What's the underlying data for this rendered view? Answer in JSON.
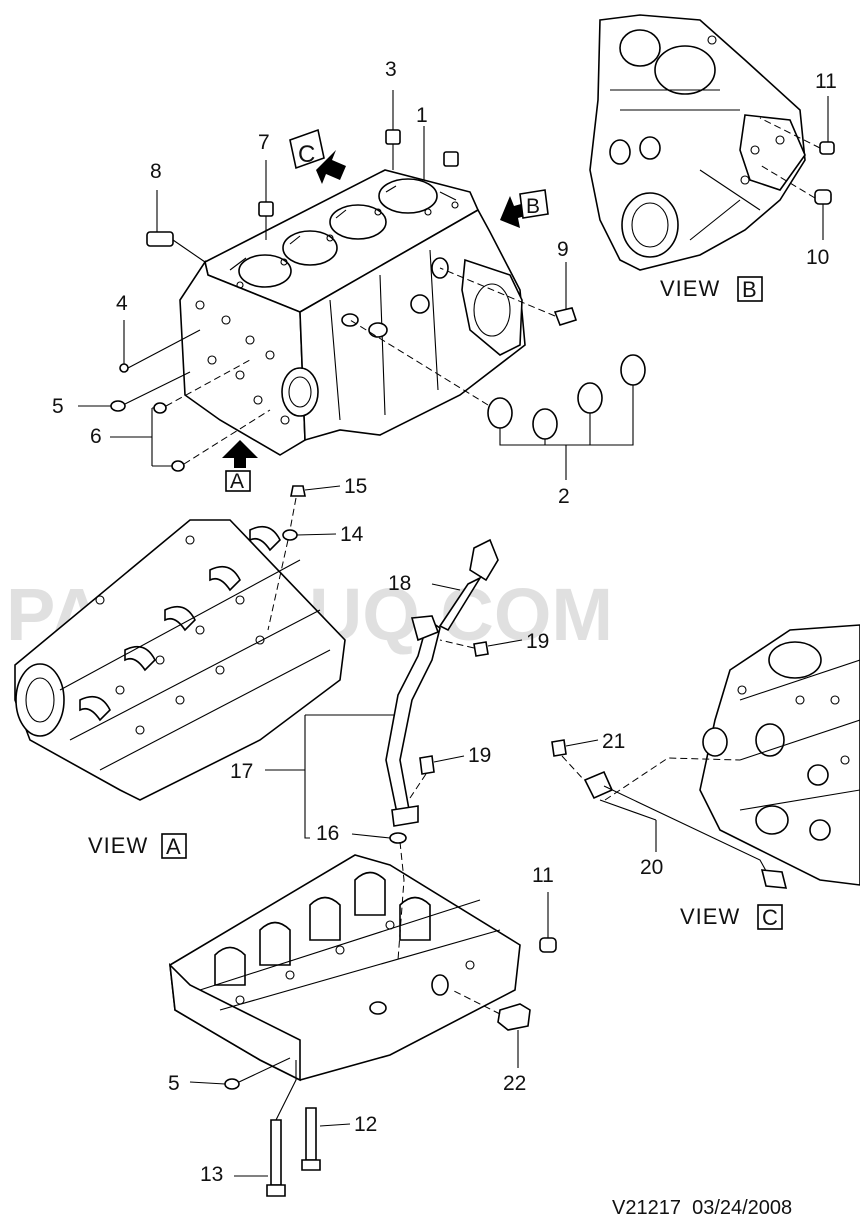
{
  "watermark": "PARTSOUQ.COM",
  "reference_code": "V21217  03/24/2008",
  "views": {
    "A": {
      "text": "VIEW",
      "letter": "A"
    },
    "B": {
      "text": "VIEW",
      "letter": "B"
    },
    "C": {
      "text": "VIEW",
      "letter": "C"
    }
  },
  "arrows": {
    "A": "A",
    "B": "B",
    "C": "C"
  },
  "callouts": {
    "n1": "1",
    "n2": "2",
    "n3": "3",
    "n4": "4",
    "n5": "5",
    "n5b": "5",
    "n6": "6",
    "n7": "7",
    "n8": "8",
    "n9": "9",
    "n10": "10",
    "n11": "11",
    "n11b": "11",
    "n12": "12",
    "n13": "13",
    "n14": "14",
    "n15": "15",
    "n16": "16",
    "n17": "17",
    "n18": "18",
    "n19": "19",
    "n19b": "19",
    "n20": "20",
    "n21": "21",
    "n22": "22"
  },
  "icons": {
    "direction_arrow": "view-direction-arrow-icon"
  }
}
